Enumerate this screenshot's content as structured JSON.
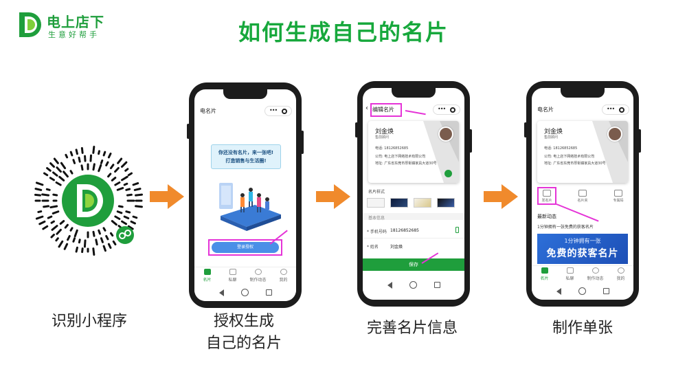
{
  "brand": {
    "name": "电上店下",
    "slogan": "生意好帮手",
    "color": "#1f9e3c"
  },
  "title": "如何生成自己的名片",
  "accent_color": "#17a83c",
  "arrow_color": "#f08a2c",
  "highlight_color": "#e533d7",
  "steps": [
    {
      "label_lines": [
        "识别小程序"
      ]
    },
    {
      "label_lines": [
        "授权生成",
        "自己的名片"
      ]
    },
    {
      "label_lines": [
        "完善名片信息"
      ]
    },
    {
      "label_lines": [
        "制作单张"
      ]
    }
  ],
  "tabs": [
    "名片",
    "私聊",
    "制作动态",
    "我的"
  ],
  "phone1": {
    "title": "电名片",
    "bubble_line1": "你还没有名片，来一张吧!",
    "bubble_line2": "打造销售与生活圈!",
    "login_button": "登录授权"
  },
  "phone2": {
    "title": "编辑名片",
    "card": {
      "name": "刘金焕",
      "role": "售前顾问",
      "phone_label": "电话:",
      "phone": "18126852685",
      "company_label": "公司:",
      "company": "电上店下网络技术有限公司",
      "address_label": "地址:",
      "address": "广东省东莞市厚街镇家具大道30号"
    },
    "style_label": "名片样式",
    "basic_info_label": "基本信息",
    "mobile_label": "* 手机号码",
    "mobile_value": "18126852685",
    "name_label": "* 姓名",
    "name_value": "刘金焕",
    "save_button": "保存"
  },
  "phone3": {
    "title": "电名片",
    "card": {
      "name": "刘金焕",
      "role": "售前顾问",
      "phone_label": "电话:",
      "phone": "18126852685",
      "company_label": "公司:",
      "company": "电上店下网络技术有限公司",
      "address_label": "地址:",
      "address": "广东省东莞市厚街镇家具大道30号"
    },
    "functions": [
      "发名片",
      "名片夹",
      "专属码"
    ],
    "news_title": "最新动态",
    "news_item": "1分钟拥有一张免费的获客名片",
    "banner_sub": "1分钟拥有一张",
    "banner_main": "免费的获客名片"
  }
}
